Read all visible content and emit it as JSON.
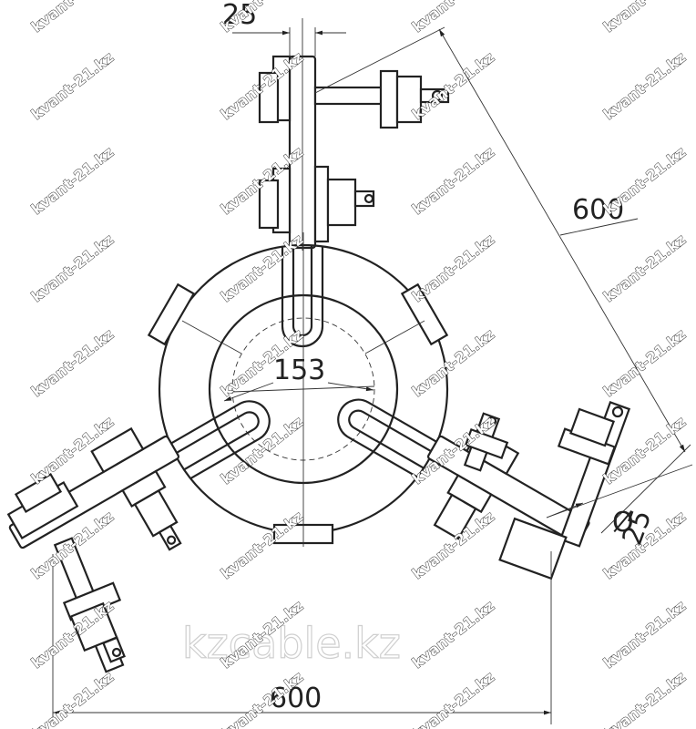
{
  "dimensions": {
    "top_width": "25",
    "side_length": "600",
    "inner_diameter": "153",
    "rod_diameter": "25",
    "diameter_symbol": "Ø",
    "bottom_length": "600"
  },
  "watermarks": {
    "text": "kvant-21.kz",
    "logo": "kzcable.kz"
  },
  "colors": {
    "line": "#222222",
    "background": "#ffffff"
  }
}
